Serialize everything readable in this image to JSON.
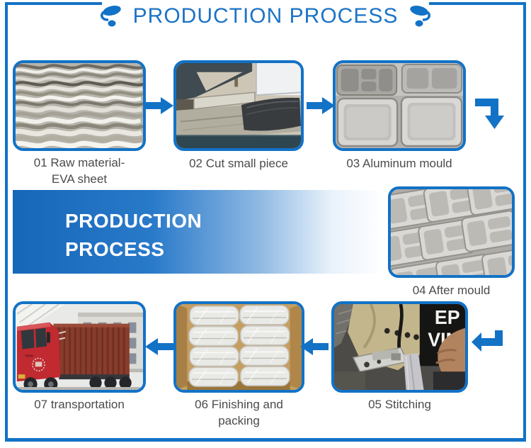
{
  "header": {
    "title": "PRODUCTION PROCESS"
  },
  "banner": {
    "line1": "PRODUCTION",
    "line2": "PROCESS"
  },
  "steps": [
    {
      "num": "01",
      "caption_lines": [
        "01 Raw material-",
        "EVA sheet"
      ],
      "photo": "eva-sheet-stack"
    },
    {
      "num": "02",
      "caption_lines": [
        "02 Cut small piece"
      ],
      "photo": "cutting-machine"
    },
    {
      "num": "03",
      "caption_lines": [
        "03 Aluminum mould"
      ],
      "photo": "aluminum-mould"
    },
    {
      "num": "04",
      "caption_lines": [
        "04 After mould"
      ],
      "photo": "moulded-trays"
    },
    {
      "num": "05",
      "caption_lines": [
        "05 Stitching"
      ],
      "photo": "sewing-machine",
      "machine_text": [
        "EP",
        "VIN"
      ]
    },
    {
      "num": "06",
      "caption_lines": [
        "06 Finishing and packing"
      ],
      "photo": "packed-cases-in-carton"
    },
    {
      "num": "07",
      "caption_lines": [
        "07 transportation"
      ],
      "photo": "container-truck"
    }
  ],
  "icons": {
    "ornament_left": "music-swirl",
    "ornament_right": "music-swirl-mirrored",
    "arrow_right": "solid-right-arrow",
    "arrow_left": "solid-left-arrow",
    "arrow_turn_down": "right-then-down-arrow",
    "arrow_turn_left": "down-then-left-arrow"
  },
  "colors": {
    "accent_blue": "#1272c6",
    "title_blue": "#1b73c6",
    "caption_gray": "#4b4b4b",
    "banner_blue": "#1767b9",
    "banner_fade": "#ffffff"
  }
}
